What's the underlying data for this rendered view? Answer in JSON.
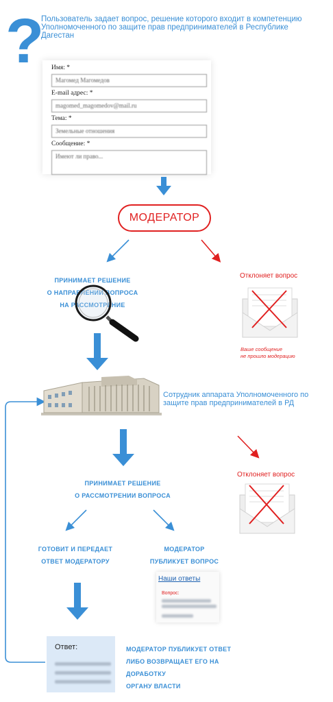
{
  "intro": {
    "text": "Пользователь задает вопрос, решение которого входит в компетенцию Уполномоченного по защите прав предпринимателей в Республике Дагестан",
    "icon": "question-mark-icon"
  },
  "form": {
    "name_label": "Имя: *",
    "name_value": "Магомед Магомедов",
    "email_label": "E-mail адрес: *",
    "email_value": "magomed_magomedov@mail.ru",
    "topic_label": "Тема: *",
    "topic_value": "Земельные отношения",
    "message_label": "Сообщение: *",
    "message_value": "Имеют ли право..."
  },
  "moderator": {
    "label": "МОДЕРАТОР"
  },
  "branch1": {
    "accept_text_1": "ПРИНИМАЕТ РЕШЕНИЕ",
    "accept_text_2": "О НАПРАВЛЕНИИ ВОПРОСА",
    "accept_text_3": "НА РАССМОТРЕНИЕ",
    "reject_title": "Отклоняет вопрос",
    "reject_note_1": "Ваше сообщение",
    "reject_note_2": "не прошло модерацию"
  },
  "employee": {
    "text": "Сотрудник аппарата Уполномоченного по защите прав предпринимателей в РД"
  },
  "branch2": {
    "decide_1": "ПРИНИМАЕТ РЕШЕНИЕ",
    "decide_2": "О РАССМОТРЕНИИ ВОПРОСА",
    "reject_title": "Отклоняет вопрос",
    "prepare_1": "ГОТОВИТ И ПЕРЕДАЕТ",
    "prepare_2": "ОТВЕТ МОДЕРАТОРУ",
    "publish_1": "МОДЕРАТОР",
    "publish_2": "ПУБЛИКУЕТ ВОПРОС"
  },
  "answers_card": {
    "link": "Наши ответы",
    "question_label": "Вопрос:"
  },
  "final": {
    "answer_label": "Ответ:",
    "text_1": "МОДЕРАТОР ПУБЛИКУЕТ ОТВЕТ",
    "text_2": "ЛИБО ВОЗВРАЩАЕТ ЕГО НА ДОРАБОТКУ",
    "text_3": "ОРГАНУ ВЛАСТИ"
  },
  "colors": {
    "blue": "#3a8fd6",
    "red": "#e02020"
  }
}
